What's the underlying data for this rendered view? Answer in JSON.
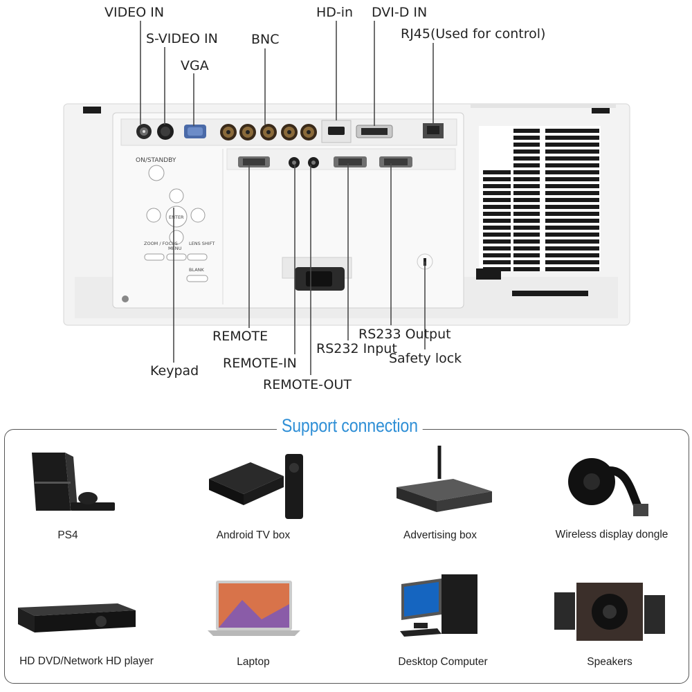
{
  "callouts": {
    "video_in": "VIDEO IN",
    "s_video_in": "S-VIDEO IN",
    "vga": "VGA",
    "bnc": "BNC",
    "hd_in": "HD-in",
    "dvi_d_in": "DVI-D IN",
    "rj45": "RJ45(Used for control)",
    "remote": "REMOTE",
    "keypad": "Keypad",
    "remote_in": "REMOTE-IN",
    "remote_out": "REMOTE-OUT",
    "rs232_input": "RS232 Input",
    "rs233_output": "RS233 Output",
    "safety_lock": "Safety lock"
  },
  "panel_labels": {
    "on_standby": "ON/STANDBY",
    "enter": "ENTER",
    "zoom_focus": "ZOOM / FOCUS",
    "menu": "MENU",
    "lens_shift": "LENS SHIFT",
    "blank": "BLANK"
  },
  "support": {
    "title": "Support connection",
    "devices": [
      {
        "name": "PS4",
        "icon": "game-console-icon"
      },
      {
        "name": "Android TV box",
        "icon": "tv-box-icon"
      },
      {
        "name": "Advertising box",
        "icon": "media-box-icon"
      },
      {
        "name": "Wireless display dongle",
        "icon": "dongle-icon"
      },
      {
        "name": "HD DVD/Network HD player",
        "icon": "dvd-player-icon"
      },
      {
        "name": "Laptop",
        "icon": "laptop-icon"
      },
      {
        "name": "Desktop Computer",
        "icon": "desktop-computer-icon"
      },
      {
        "name": "Speakers",
        "icon": "speakers-icon"
      }
    ]
  },
  "colors": {
    "accent": "#2f8fd6",
    "projector_body": "#f2f2f2",
    "port_dark": "#2a2a2a"
  }
}
